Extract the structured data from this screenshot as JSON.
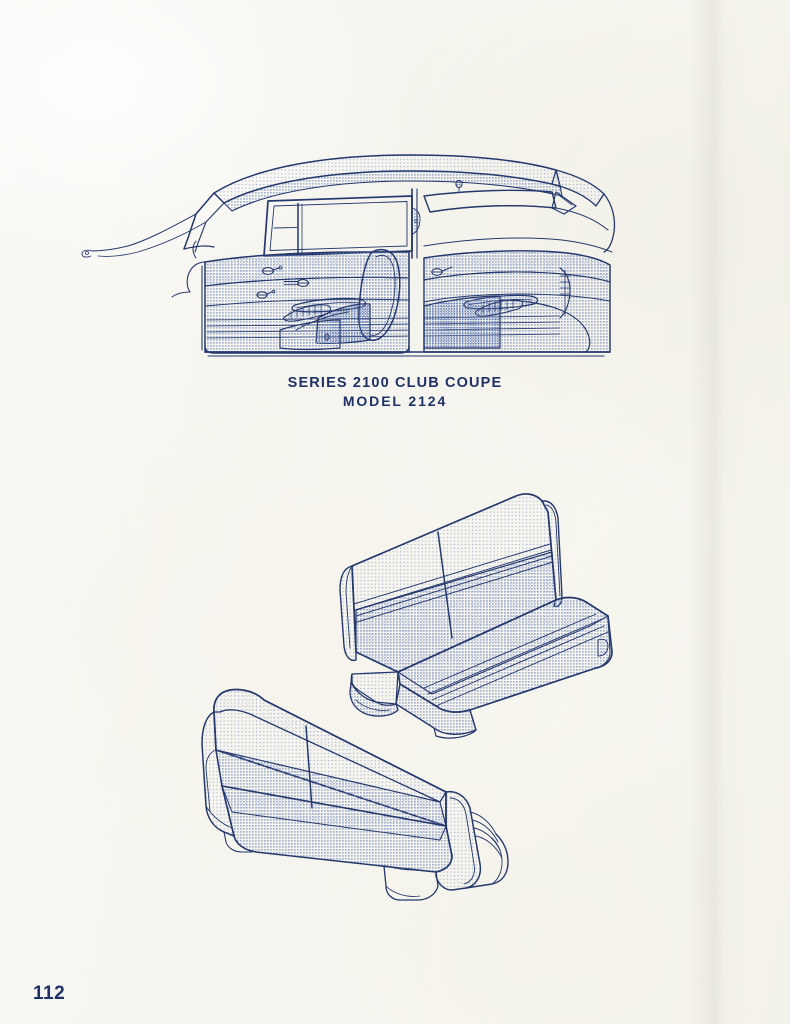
{
  "page": {
    "folio": "112",
    "paper_color": "#f7f6f1",
    "ink_color": "#1f3266",
    "halftone_color": "#7d91c4"
  },
  "caption": {
    "line1": "SERIES 2100 CLUB COUPE",
    "line2": "MODEL 2124"
  },
  "illustrations": [
    {
      "id": "interior-cutaway",
      "name": "car-interior-cutaway-illustration",
      "description": "Cutaway side elevation of two-door club coupe interior showing headliner, windshield pillar, vent window, door trim panel, front seat back and rear quarter trim",
      "parts": [
        "headliner",
        "windshield-pillar",
        "vent-window",
        "door-window-frame",
        "b-pillar",
        "door-trim-panel",
        "window-crank",
        "door-handle",
        "armrest",
        "front-seat-back",
        "rear-quarter-trim",
        "dome-light",
        "rear-window"
      ]
    },
    {
      "id": "front-bench-seat",
      "name": "front-bench-seat-illustration",
      "description": "Front bench seat in three-quarter perspective with rolled bolsters, pinstripe banding and halftone upholstery inserts",
      "parts": [
        "seat-back",
        "seat-cushion",
        "left-bolster",
        "right-bolster",
        "pinstripe-band",
        "seat-base-skirt"
      ]
    },
    {
      "id": "rear-bench-seat",
      "name": "rear-bench-seat-illustration",
      "description": "Rear bench seat viewed from a low three-quarter angle with side bolsters and pinstripe banding",
      "parts": [
        "seat-back",
        "seat-cushion",
        "left-bolster",
        "right-bolster",
        "pinstripe-band"
      ]
    }
  ]
}
